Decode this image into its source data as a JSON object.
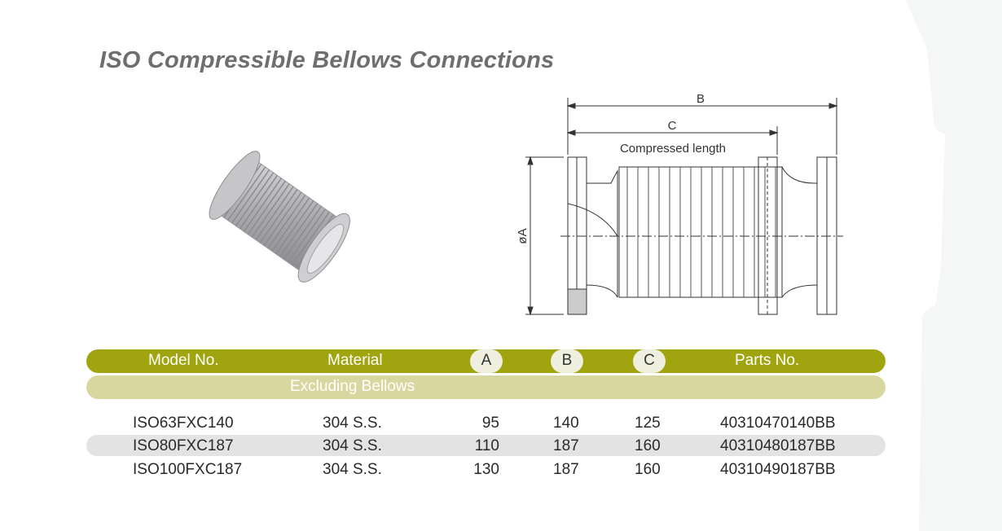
{
  "title": "ISO Compressible Bellows Connections",
  "drawing": {
    "dim_b": "B",
    "dim_c": "C",
    "compressed_length": "Compressed length",
    "dim_a": "øA"
  },
  "table": {
    "header": {
      "model": "Model  No.",
      "material": "Material",
      "a": "A",
      "b": "B",
      "c": "C",
      "parts": "Parts No."
    },
    "subheader": "Excluding Bellows",
    "rows": [
      {
        "model": "ISO63FXC140",
        "material": "304 S.S.",
        "a": "95",
        "b": "140",
        "c": "125",
        "parts": "40310470140BB"
      },
      {
        "model": "ISO80FXC187",
        "material": "304 S.S.",
        "a": "110",
        "b": "187",
        "c": "160",
        "parts": "40310480187BB"
      },
      {
        "model": "ISO100FXC187",
        "material": "304 S.S.",
        "a": "130",
        "b": "187",
        "c": "160",
        "parts": "40310490187BB"
      }
    ]
  },
  "colors": {
    "header_bg": "#a0a40f",
    "subheader_bg": "#d8d7a0",
    "alt_row_bg": "#e3e3e3",
    "title": "#6e6e6e"
  }
}
